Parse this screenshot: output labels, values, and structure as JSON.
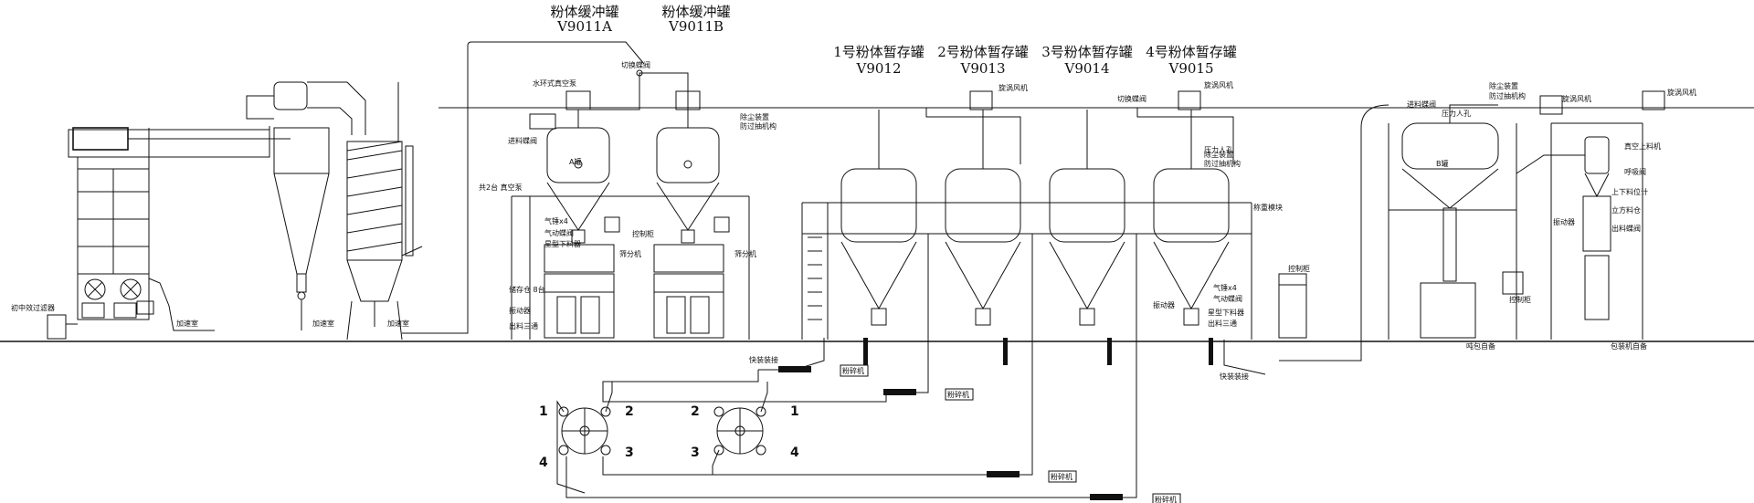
{
  "titles": {
    "buffer_a_name": "粉体缓冲罐",
    "buffer_a_code": "V9011A",
    "buffer_b_name": "粉体缓冲罐",
    "buffer_b_code": "V9011B",
    "tank1_name": "1号粉体暂存罐",
    "tank1_code": "V9012",
    "tank2_name": "2号粉体暂存罐",
    "tank2_code": "V9013",
    "tank3_name": "3号粉体暂存罐",
    "tank3_code": "V9014",
    "tank4_name": "4号粉体暂存罐",
    "tank4_code": "V9015"
  },
  "labels": {
    "prefilter": "初中效过滤器",
    "heater1": "加速室",
    "heater2": "加速室",
    "heater3": "加速室",
    "switch_valve_top": "切换蝶阀",
    "vacuum_pump": "水环式真空泵",
    "feed_valve_a": "进料蝶阀",
    "dust_a": "除尘装置",
    "anti_a": "防过抽机构",
    "vacuum_group": "共2台 真空泵",
    "pneumatic_a": "气锤x4",
    "air_valve_a": "气动蝶阀",
    "star_valve_a": "星型下料器",
    "control_box_a": "控制柜",
    "sieve_a": "筛分机",
    "sieve_b": "筛分机",
    "store_bin": "储存仓 8台",
    "vibrator_a": "振动器",
    "outlet_a": "出料三通",
    "fan_top": "旋涡风机",
    "fan_top2": "旋涡风机",
    "switch_valve_mid": "切换蝶阀",
    "pressure_port": "压力人孔",
    "dust_mid": "除尘装置",
    "anti_mid": "防过抽机构",
    "weigh_module": "称重模块",
    "control_cab": "控制柜",
    "pneumatic_b": "气锤x4",
    "vibrator_b": "振动器",
    "air_valve_b": "气动蝶阀",
    "star_valve_b": "星型下料器",
    "outlet_b": "出料三通",
    "control_cab2": "控制柜",
    "feed_valve_r": "进料蝶阀",
    "pressure_r": "压力人孔",
    "dust_r": "除尘装置",
    "anti_r": "防过抽机构",
    "fan_r": "旋涡风机",
    "fan_r2": "旋涡风机",
    "vac_loader": "真空上料机",
    "breather": "呼吸阀",
    "level_meter": "上下料位计",
    "screw": "立方料仓",
    "outlet_valve": "出料蝶阀",
    "vibrator_r": "振动器",
    "ton_pack": "吨包自备",
    "pack_machine": "包装机自备",
    "quick_connect1": "快装装接",
    "quick_connect2": "快装装接",
    "crusher1": "粉碎机",
    "crusher2": "粉碎机",
    "crusher3": "粉碎机",
    "crusher4": "粉碎机",
    "weight_a": "A罐",
    "weight_b": "B罐"
  },
  "port_numbers": {
    "left": [
      "1",
      "2",
      "3",
      "4"
    ],
    "right": [
      "2",
      "1",
      "4",
      "3"
    ]
  }
}
